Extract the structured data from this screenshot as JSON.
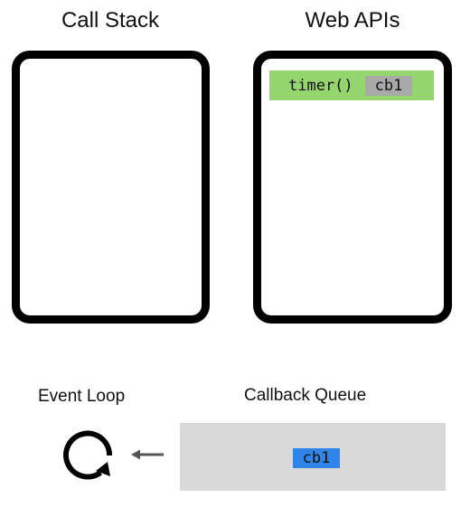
{
  "call_stack": {
    "title": "Call Stack"
  },
  "web_apis": {
    "title": "Web APIs",
    "items": [
      {
        "label": "timer()",
        "callback": "cb1",
        "color": "#95d56d",
        "callback_color": "#a9a9a9"
      }
    ]
  },
  "event_loop": {
    "label": "Event Loop",
    "icon": "loop-icon"
  },
  "callback_queue": {
    "label": "Callback Queue",
    "items": [
      {
        "label": "cb1",
        "color": "#2f86e8"
      }
    ]
  }
}
